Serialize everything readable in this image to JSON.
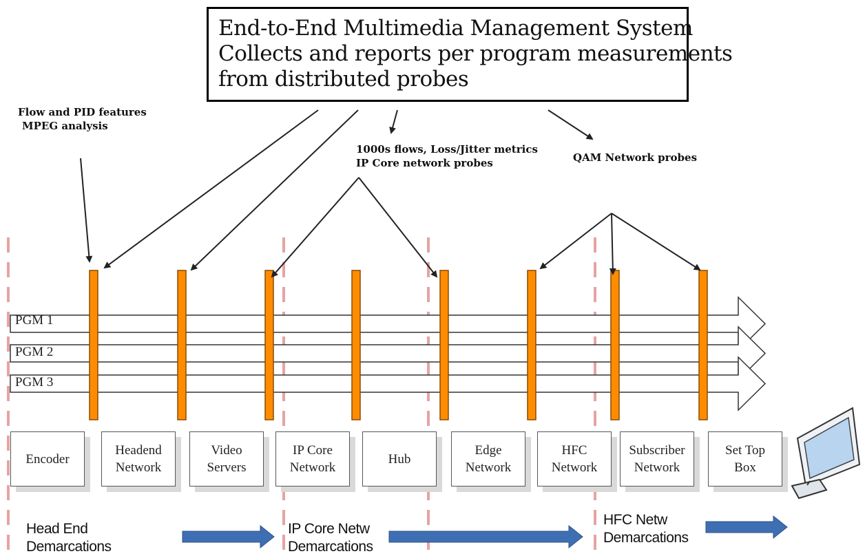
{
  "title_box": {
    "lines": [
      "End-to-End Multimedia Management System",
      "Collects and reports per program measurements",
      "from distributed probes"
    ]
  },
  "annotations": {
    "flow_pid": [
      "Flow and PID features",
      "MPEG analysis"
    ],
    "ip_core": [
      "1000s flows, Loss/Jitter metrics",
      "IP Core network probes"
    ],
    "qam": "QAM Network probes"
  },
  "programs": [
    "PGM 1",
    "PGM 2",
    "PGM 3"
  ],
  "nodes": [
    {
      "label": "Encoder"
    },
    {
      "label": "Headend\nNetwork"
    },
    {
      "label": "Video\nServers"
    },
    {
      "label": "IP Core\nNetwork"
    },
    {
      "label": "Hub"
    },
    {
      "label": "Edge\nNetwork"
    },
    {
      "label": "HFC\nNetwork"
    },
    {
      "label": "Subscriber\nNetwork"
    },
    {
      "label": "Set Top\nBox"
    }
  ],
  "demarcations": [
    {
      "label": "Head End\nDemarcations"
    },
    {
      "label": "IP Core  Netw\nDemarcations"
    },
    {
      "label": "HFC Netw\nDemarcations"
    }
  ],
  "colors": {
    "probe": "#ff8c00",
    "probe_edge": "#8a4a00",
    "demarc_line": "#e6a3a3",
    "demarc_arrow": "#3f6fb3",
    "monitor_screen": "#b8d4ef"
  },
  "icons": [
    "set-top-box-monitor-icon"
  ]
}
